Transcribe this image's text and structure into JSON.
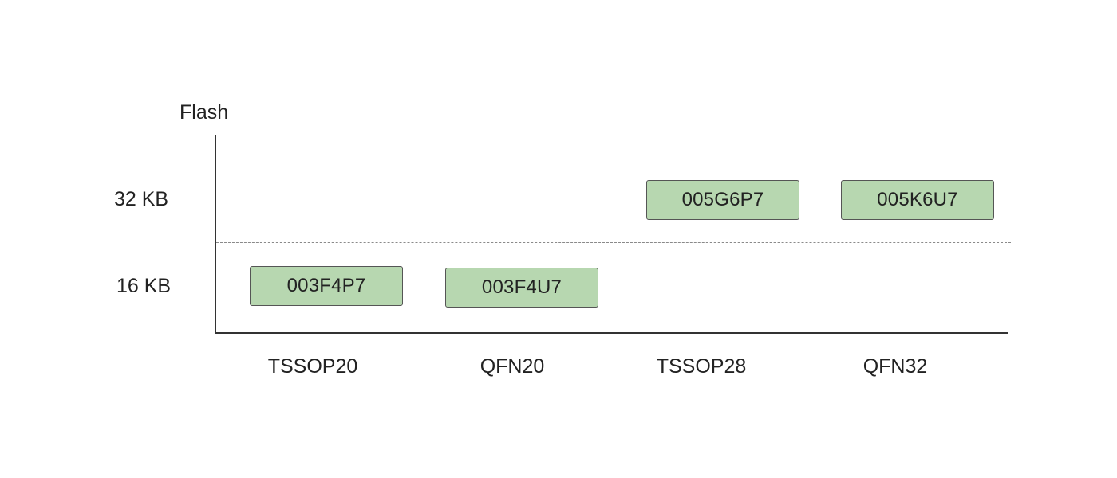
{
  "diagram": {
    "axis_title": "Flash",
    "y_labels": [
      "32 KB",
      "16 KB"
    ],
    "x_labels": [
      "TSSOP20",
      "QFN20",
      "TSSOP28",
      "QFN32"
    ],
    "chips": [
      {
        "label": "003F4P7",
        "package": "TSSOP20",
        "flash": "16 KB"
      },
      {
        "label": "003F4U7",
        "package": "QFN20",
        "flash": "16 KB"
      },
      {
        "label": "005G6P7",
        "package": "TSSOP28",
        "flash": "32 KB"
      },
      {
        "label": "005K6U7",
        "package": "QFN32",
        "flash": "32 KB"
      }
    ],
    "colors": {
      "chip_fill": "#b7d7b0",
      "chip_border": "#555555",
      "axis": "#333333",
      "divider": "#8a8a8a",
      "text": "#222222"
    }
  }
}
